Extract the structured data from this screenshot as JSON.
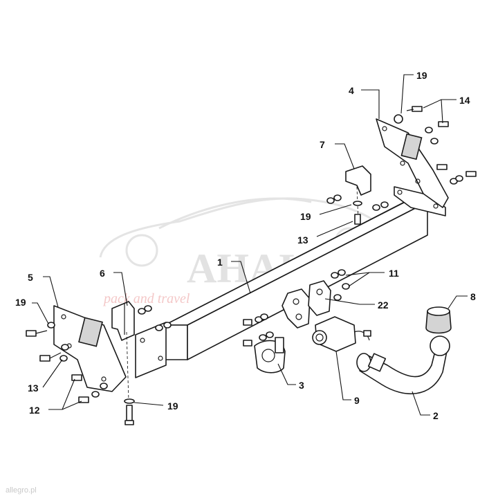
{
  "diagram": {
    "part_labels": [
      {
        "number": "1"
      },
      {
        "number": "2"
      },
      {
        "number": "3"
      },
      {
        "number": "4"
      },
      {
        "number": "5"
      },
      {
        "number": "6"
      },
      {
        "number": "7"
      },
      {
        "number": "8"
      },
      {
        "number": "9"
      },
      {
        "number": "11"
      },
      {
        "number": "12"
      },
      {
        "number": "13"
      },
      {
        "number": "13"
      },
      {
        "number": "14"
      },
      {
        "number": "19"
      },
      {
        "number": "19"
      },
      {
        "number": "19"
      },
      {
        "number": "19"
      },
      {
        "number": "22"
      }
    ]
  },
  "watermark": {
    "brand": "AHALA",
    "tagline": "pack and travel"
  },
  "credit": "allegro.pl",
  "colors": {
    "line": "#1a1a1a",
    "watermark_grey": "#e2e2e2",
    "watermark_red": "#f4c8c8"
  }
}
